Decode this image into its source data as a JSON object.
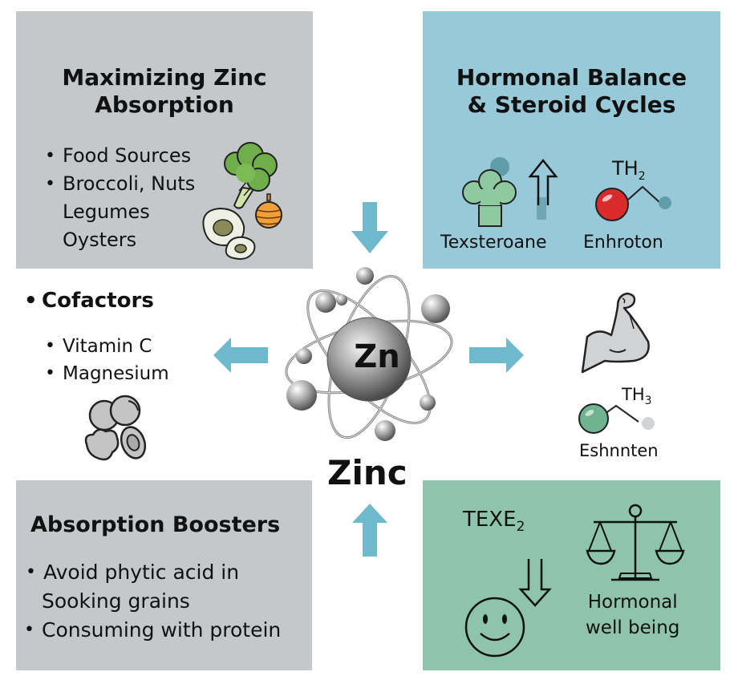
{
  "center": {
    "symbol": "Zn",
    "label": "Zinc"
  },
  "top_left_panel": {
    "title_line1": "Maximizing Zinc",
    "title_line2": "Absorption",
    "items": [
      "Food Sources",
      "Broccoli, Nuts",
      "Legumes",
      "Oysters"
    ],
    "icons": [
      "broccoli-icon",
      "avocado-icon",
      "orange-nut-icon"
    ],
    "color": "#c4c8ca"
  },
  "top_right_panel": {
    "title_line1": "Hormonal Balance",
    "title_line2": "& Steroid Cycles",
    "left_caption": "Texsteroane",
    "right_caption": "Enhroton",
    "formula_base": "TH",
    "formula_sub": "2",
    "icons": [
      "broccoli-icon",
      "up-arrow-icon",
      "molecule-icon"
    ],
    "color": "#97c9d8"
  },
  "cofactors": {
    "title": "Cofactors",
    "items": [
      "Vitamin C",
      "Magnesium"
    ],
    "icon": "cells-icon"
  },
  "right_middle": {
    "formula_base": "TH",
    "formula_sub": "3",
    "caption": "Eshnnten",
    "icons": [
      "flexed-bicep-icon",
      "molecule-icon"
    ]
  },
  "bottom_left_panel": {
    "title": "Absorption Boosters",
    "items": [
      {
        "text": "Avoid phytic acid in",
        "bullet": true
      },
      {
        "text": "Sooking grains",
        "bullet": false
      },
      {
        "text": "Consuming with protein",
        "bullet": true
      }
    ],
    "color": "#c4c8ca"
  },
  "bottom_right_panel": {
    "formula_base": "TEXE",
    "formula_sub": "2",
    "caption_line1": "Hormonal",
    "caption_line2": "well being",
    "icons": [
      "smiley-icon",
      "down-arrow-icon",
      "balance-scale-icon"
    ],
    "color": "#8ec4ac"
  },
  "arrows": {
    "color": "#6fb9cc",
    "directions": [
      "down",
      "left",
      "right",
      "up"
    ]
  }
}
